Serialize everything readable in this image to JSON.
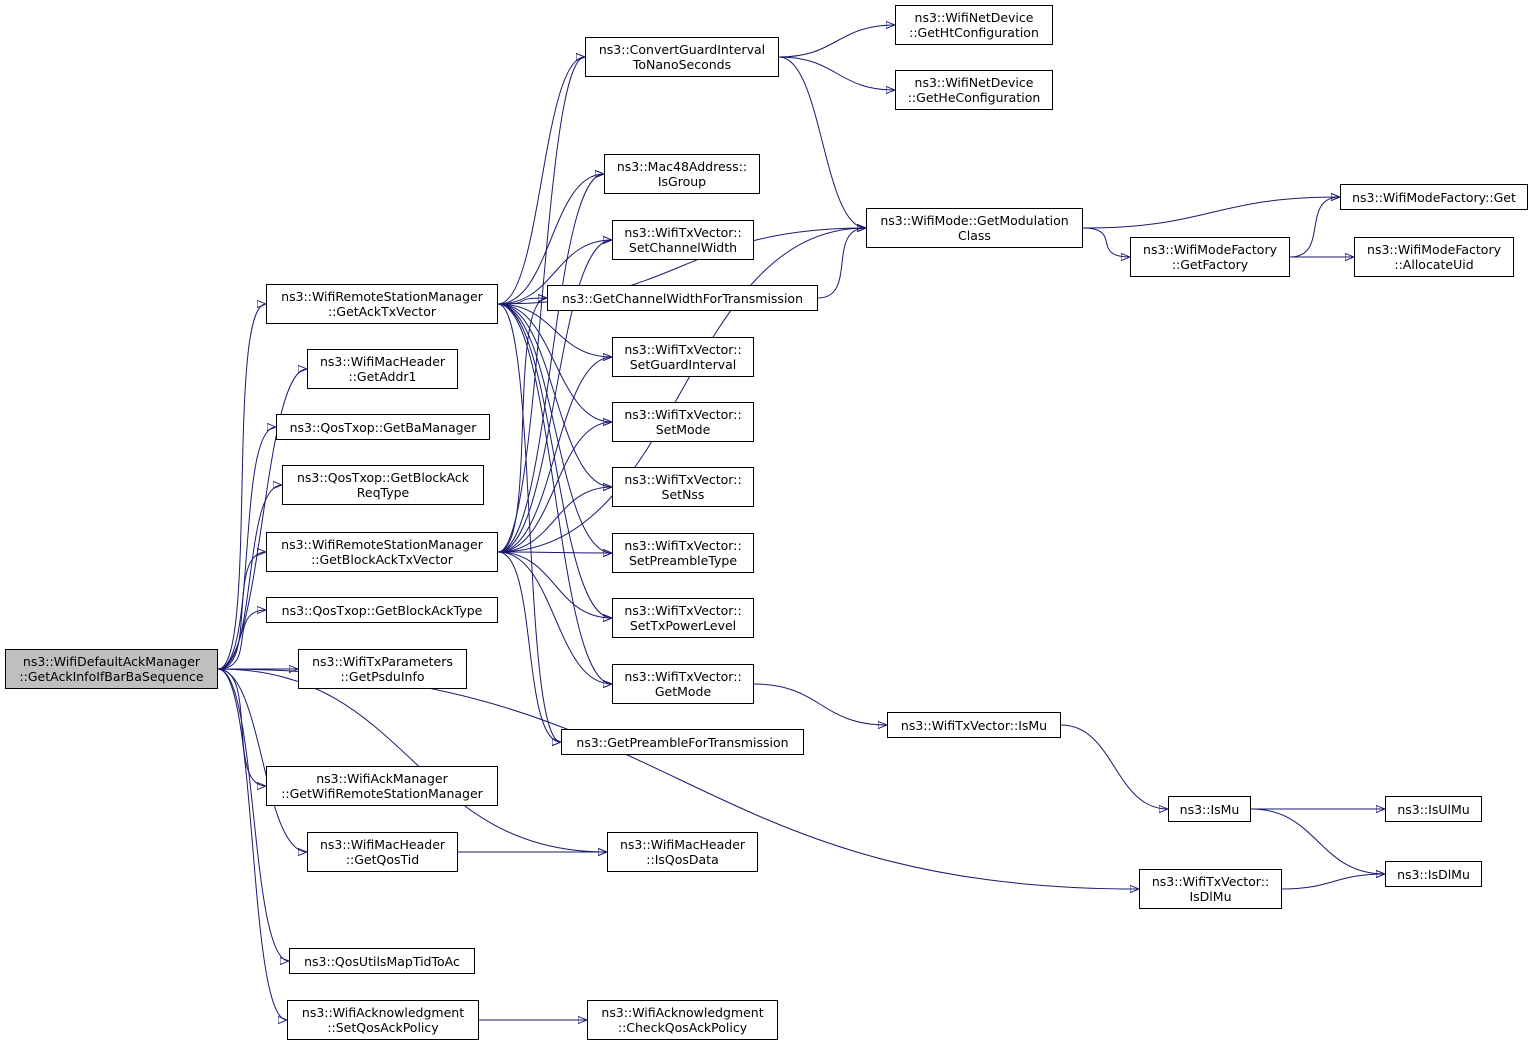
{
  "root_id": "root",
  "colors": {
    "edge": "#191970",
    "node_border": "#000000",
    "node_fill": "#ffffff",
    "root_fill": "#bfbfbf",
    "text": "#000000"
  },
  "nodes": [
    {
      "id": "root",
      "lines": [
        "ns3::WifiDefaultAckManager",
        "::GetAckInfoIfBarBaSequence"
      ]
    },
    {
      "id": "getAckTxVector",
      "lines": [
        "ns3::WifiRemoteStationManager",
        "::GetAckTxVector"
      ]
    },
    {
      "id": "getAddr1",
      "lines": [
        "ns3::WifiMacHeader",
        "::GetAddr1"
      ]
    },
    {
      "id": "getBaManager",
      "lines": [
        "ns3::QosTxop::GetBaManager"
      ]
    },
    {
      "id": "getBlockAckReqType",
      "lines": [
        "ns3::QosTxop::GetBlockAck",
        "ReqType"
      ]
    },
    {
      "id": "getBlockAckTxVector",
      "lines": [
        "ns3::WifiRemoteStationManager",
        "::GetBlockAckTxVector"
      ]
    },
    {
      "id": "getBlockAckType",
      "lines": [
        "ns3::QosTxop::GetBlockAckType"
      ]
    },
    {
      "id": "getPsduInfo",
      "lines": [
        "ns3::WifiTxParameters",
        "::GetPsduInfo"
      ]
    },
    {
      "id": "getWifiRemoteStationManager",
      "lines": [
        "ns3::WifiAckManager",
        "::GetWifiRemoteStationManager"
      ]
    },
    {
      "id": "getQosTid",
      "lines": [
        "ns3::WifiMacHeader",
        "::GetQosTid"
      ]
    },
    {
      "id": "qosUtilsMapTidToAc",
      "lines": [
        "ns3::QosUtilsMapTidToAc"
      ]
    },
    {
      "id": "setQosAckPolicy",
      "lines": [
        "ns3::WifiAcknowledgment",
        "::SetQosAckPolicy"
      ]
    },
    {
      "id": "convertGuardInterval",
      "lines": [
        "ns3::ConvertGuardInterval",
        "ToNanoSeconds"
      ]
    },
    {
      "id": "isGroup",
      "lines": [
        "ns3::Mac48Address::",
        "IsGroup"
      ]
    },
    {
      "id": "setChannelWidth",
      "lines": [
        "ns3::WifiTxVector::",
        "SetChannelWidth"
      ]
    },
    {
      "id": "getChannelWidthForTransmission",
      "lines": [
        "ns3::GetChannelWidthForTransmission"
      ]
    },
    {
      "id": "setGuardInterval",
      "lines": [
        "ns3::WifiTxVector::",
        "SetGuardInterval"
      ]
    },
    {
      "id": "setMode",
      "lines": [
        "ns3::WifiTxVector::",
        "SetMode"
      ]
    },
    {
      "id": "setNss",
      "lines": [
        "ns3::WifiTxVector::",
        "SetNss"
      ]
    },
    {
      "id": "setPreambleType",
      "lines": [
        "ns3::WifiTxVector::",
        "SetPreambleType"
      ]
    },
    {
      "id": "setTxPowerLevel",
      "lines": [
        "ns3::WifiTxVector::",
        "SetTxPowerLevel"
      ]
    },
    {
      "id": "getMode",
      "lines": [
        "ns3::WifiTxVector::",
        "GetMode"
      ]
    },
    {
      "id": "getPreambleForTransmission",
      "lines": [
        "ns3::GetPreambleForTransmission"
      ]
    },
    {
      "id": "isQosData",
      "lines": [
        "ns3::WifiMacHeader",
        "::IsQosData"
      ]
    },
    {
      "id": "checkQosAckPolicy",
      "lines": [
        "ns3::WifiAcknowledgment",
        "::CheckQosAckPolicy"
      ]
    },
    {
      "id": "getHtConfiguration",
      "lines": [
        "ns3::WifiNetDevice",
        "::GetHtConfiguration"
      ]
    },
    {
      "id": "getHeConfiguration",
      "lines": [
        "ns3::WifiNetDevice",
        "::GetHeConfiguration"
      ]
    },
    {
      "id": "getModulationClass",
      "lines": [
        "ns3::WifiMode::GetModulation",
        "Class"
      ]
    },
    {
      "id": "txVectorIsMu",
      "lines": [
        "ns3::WifiTxVector::IsMu"
      ]
    },
    {
      "id": "txVectorIsDlMu",
      "lines": [
        "ns3::WifiTxVector::",
        "IsDlMu"
      ]
    },
    {
      "id": "wifiModeFactoryGet",
      "lines": [
        "ns3::WifiModeFactory::Get"
      ]
    },
    {
      "id": "getFactory",
      "lines": [
        "ns3::WifiModeFactory",
        "::GetFactory"
      ]
    },
    {
      "id": "allocateUid",
      "lines": [
        "ns3::WifiModeFactory",
        "::AllocateUid"
      ]
    },
    {
      "id": "isMu",
      "lines": [
        "ns3::IsMu"
      ]
    },
    {
      "id": "isUlMu",
      "lines": [
        "ns3::IsUlMu"
      ]
    },
    {
      "id": "isDlMu",
      "lines": [
        "ns3::IsDlMu"
      ]
    }
  ],
  "edges": [
    [
      "root",
      "getAckTxVector"
    ],
    [
      "root",
      "getAddr1"
    ],
    [
      "root",
      "getBaManager"
    ],
    [
      "root",
      "getBlockAckReqType"
    ],
    [
      "root",
      "getBlockAckTxVector"
    ],
    [
      "root",
      "getBlockAckType"
    ],
    [
      "root",
      "getPsduInfo"
    ],
    [
      "root",
      "getWifiRemoteStationManager"
    ],
    [
      "root",
      "getQosTid"
    ],
    [
      "root",
      "qosUtilsMapTidToAc"
    ],
    [
      "root",
      "setQosAckPolicy"
    ],
    [
      "root",
      "isQosData"
    ],
    [
      "root",
      "txVectorIsDlMu"
    ],
    [
      "getAckTxVector",
      "convertGuardInterval"
    ],
    [
      "getAckTxVector",
      "getModulationClass"
    ],
    [
      "getAckTxVector",
      "isGroup"
    ],
    [
      "getAckTxVector",
      "setChannelWidth"
    ],
    [
      "getAckTxVector",
      "getChannelWidthForTransmission"
    ],
    [
      "getAckTxVector",
      "setGuardInterval"
    ],
    [
      "getAckTxVector",
      "setMode"
    ],
    [
      "getAckTxVector",
      "setNss"
    ],
    [
      "getAckTxVector",
      "setPreambleType"
    ],
    [
      "getAckTxVector",
      "setTxPowerLevel"
    ],
    [
      "getAckTxVector",
      "getMode"
    ],
    [
      "getAckTxVector",
      "getPreambleForTransmission"
    ],
    [
      "getBlockAckTxVector",
      "convertGuardInterval"
    ],
    [
      "getBlockAckTxVector",
      "isGroup"
    ],
    [
      "getBlockAckTxVector",
      "setChannelWidth"
    ],
    [
      "getBlockAckTxVector",
      "getChannelWidthForTransmission"
    ],
    [
      "getBlockAckTxVector",
      "setGuardInterval"
    ],
    [
      "getBlockAckTxVector",
      "setMode"
    ],
    [
      "getBlockAckTxVector",
      "setNss"
    ],
    [
      "getBlockAckTxVector",
      "setPreambleType"
    ],
    [
      "getBlockAckTxVector",
      "setTxPowerLevel"
    ],
    [
      "getBlockAckTxVector",
      "getMode"
    ],
    [
      "getBlockAckTxVector",
      "getPreambleForTransmission"
    ],
    [
      "getBlockAckTxVector",
      "getModulationClass"
    ],
    [
      "getQosTid",
      "isQosData"
    ],
    [
      "setQosAckPolicy",
      "checkQosAckPolicy"
    ],
    [
      "convertGuardInterval",
      "getHtConfiguration"
    ],
    [
      "convertGuardInterval",
      "getHeConfiguration"
    ],
    [
      "convertGuardInterval",
      "getModulationClass"
    ],
    [
      "getChannelWidthForTransmission",
      "getModulationClass"
    ],
    [
      "getMode",
      "txVectorIsMu"
    ],
    [
      "txVectorIsMu",
      "isMu"
    ],
    [
      "getModulationClass",
      "wifiModeFactoryGet"
    ],
    [
      "getModulationClass",
      "getFactory"
    ],
    [
      "getFactory",
      "wifiModeFactoryGet"
    ],
    [
      "getFactory",
      "allocateUid"
    ],
    [
      "isMu",
      "isUlMu"
    ],
    [
      "isMu",
      "isDlMu"
    ],
    [
      "txVectorIsDlMu",
      "isDlMu"
    ]
  ]
}
